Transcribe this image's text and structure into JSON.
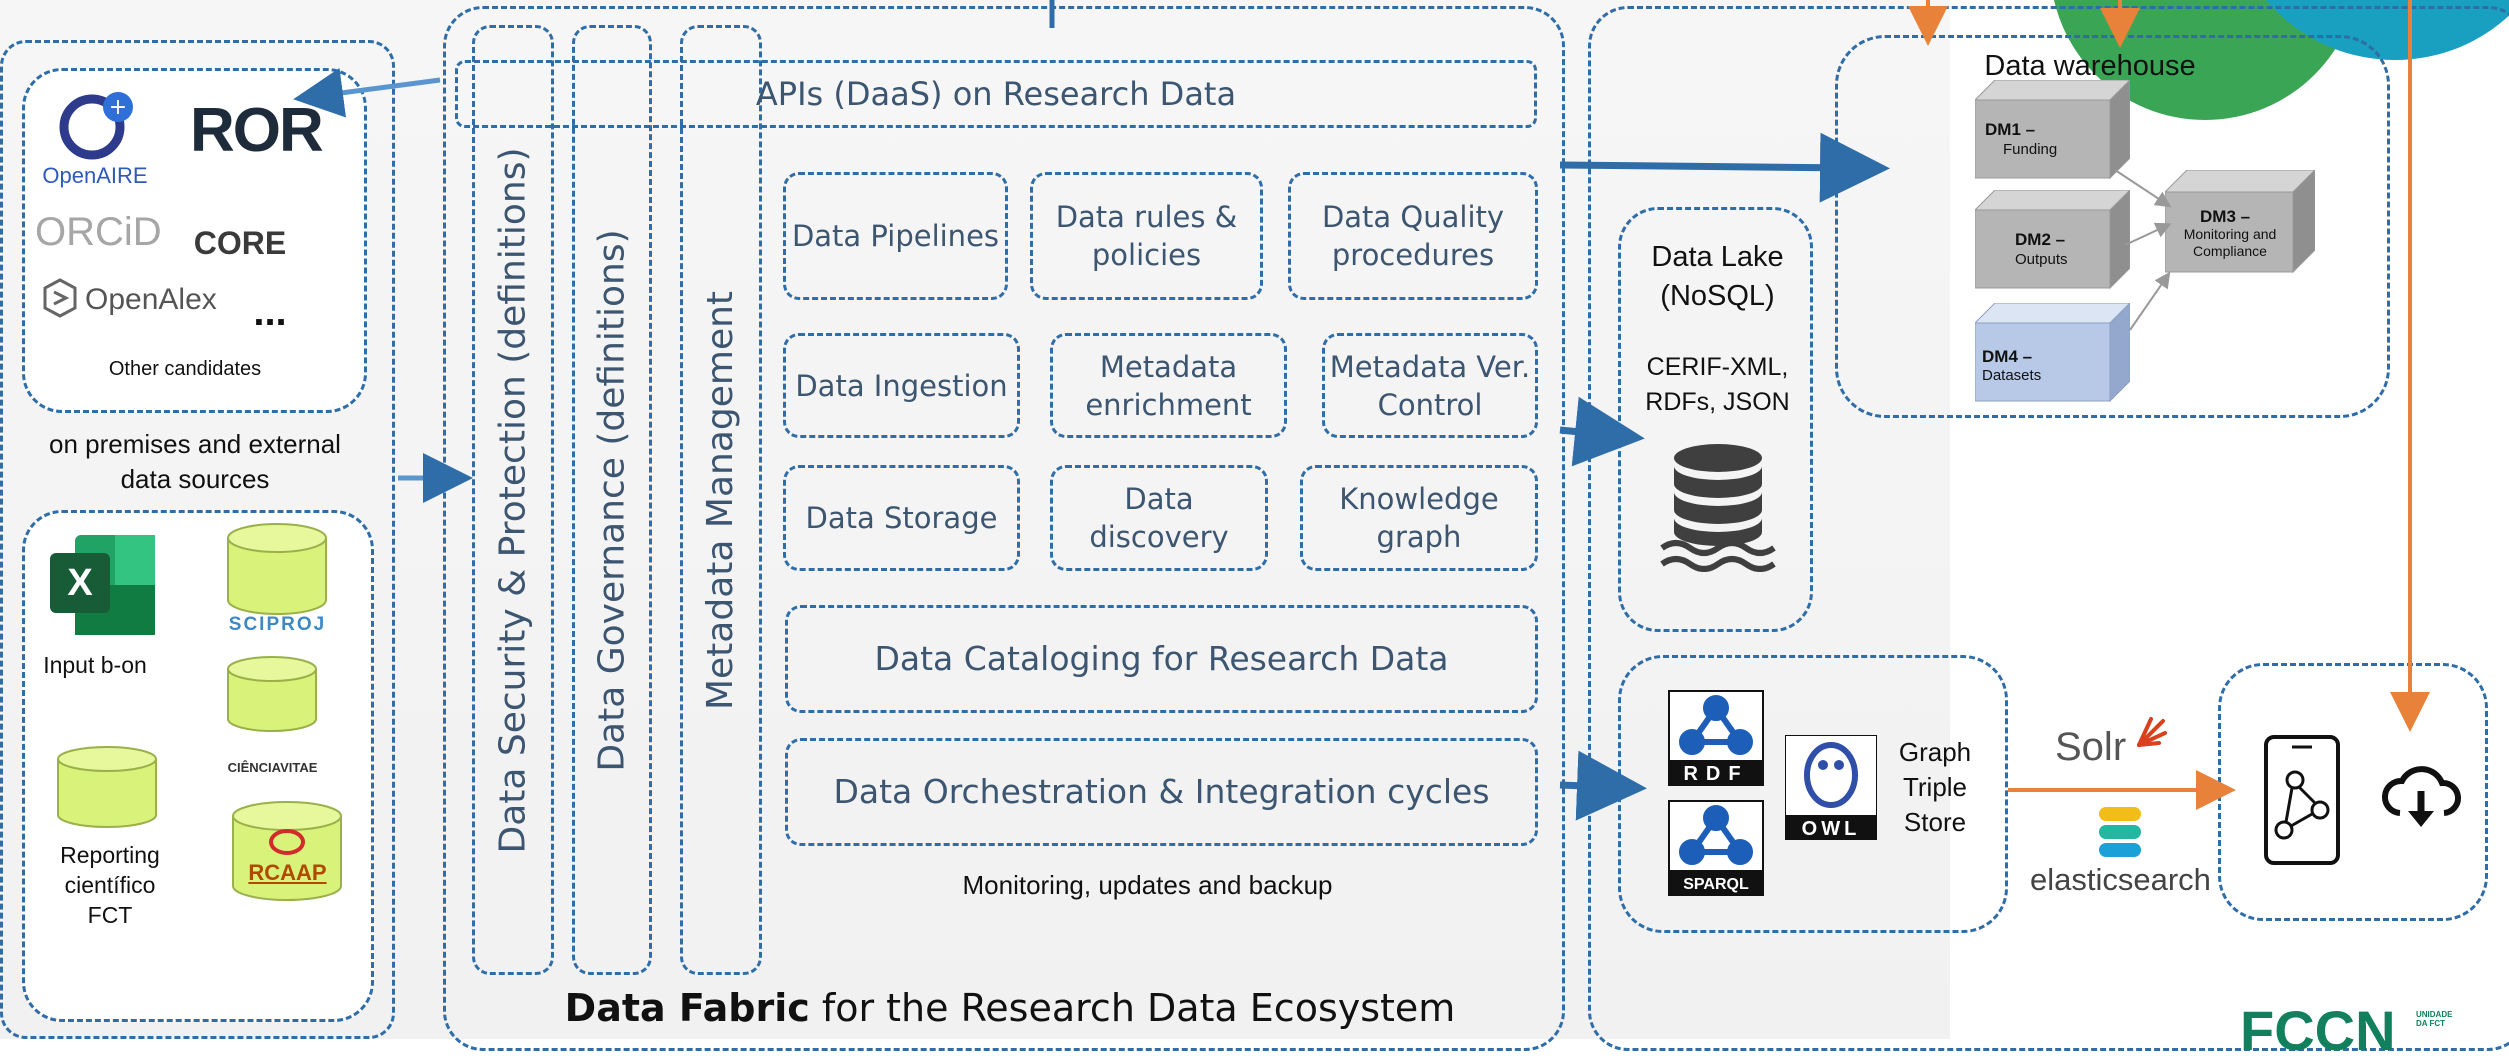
{
  "sources": {
    "logos": [
      "OpenAIRE",
      "ROR",
      "ORCiD",
      "CORE",
      "OpenAlex",
      "..."
    ],
    "other_candidates": "Other candidates",
    "caption": "on premises and external data sources",
    "input_bon": "Input b-on",
    "sciproj": "SCIPROJ",
    "ciencia_vitae": "CIÊNCIAVITAE",
    "reporting": "Reporting científico FCT",
    "rcaap": "RCAAP"
  },
  "fabric": {
    "security": "Data Security & Protection (definitions)",
    "governance": "Data Governance (definitions)",
    "metadata": "Metadata Management",
    "apis": "APIs (DaaS) on Research Data",
    "pipelines": "Data Pipelines",
    "rules": "Data rules & policies",
    "quality": "Data Quality procedures",
    "ingestion": "Data Ingestion",
    "enrichment": "Metadata enrichment",
    "version": "Metadata Ver. Control",
    "storage": "Data Storage",
    "discovery": "Data discovery",
    "knowledge": "Knowledge graph",
    "cataloging": "Data Cataloging for Research Data",
    "orchestration": "Data Orchestration & Integration cycles",
    "monitoring": "Monitoring, updates and backup",
    "title_bold": "Data Fabric",
    "title_rest": " for the Research Data Ecosystem"
  },
  "warehouse": {
    "title": "Data warehouse",
    "dm1_code": "DM1 –",
    "dm1_name": "Funding",
    "dm2_code": "DM2 –",
    "dm2_name": "Outputs",
    "dm3_code": "DM3 –",
    "dm3_name": "Monitoring and Compliance",
    "dm4_code": "DM4 –",
    "dm4_name": "Datasets"
  },
  "lake": {
    "title": "Data Lake (NoSQL)",
    "formats": "CERIF-XML, RDFs, JSON"
  },
  "graph": {
    "rdf": "RDF",
    "sparql": "SPARQL",
    "owl": "OWL",
    "store": "Graph Triple Store"
  },
  "search": {
    "solr": "Solr",
    "elastic": "elasticsearch"
  },
  "footer": {
    "brand": "FCCN",
    "brand_sub": "UNIDADE DA FCT"
  },
  "colors": {
    "accent_blue": "#2f6da8",
    "arrow_orange": "#e8823a",
    "excel_green": "#1f7a45",
    "cylinder_yellow": "#d8f27a",
    "dm_grey": "#b5b5b5",
    "dm_blue": "#b7c9e6"
  }
}
